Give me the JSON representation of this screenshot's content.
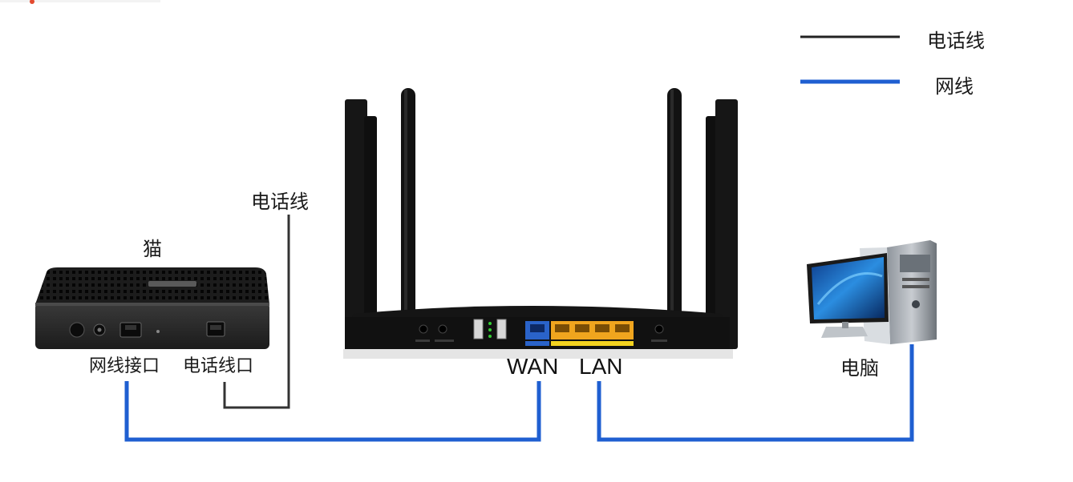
{
  "legend": {
    "items": [
      {
        "label": "电话线",
        "color": "#222222"
      },
      {
        "label": "网线",
        "color": "#1f5fd1"
      }
    ]
  },
  "devices": {
    "modem": {
      "label": "猫"
    },
    "computer": {
      "label": "电脑"
    }
  },
  "ports": {
    "modem_lan": "网线接口",
    "modem_phone": "电话线口",
    "router_wan": "WAN",
    "router_lan": "LAN"
  },
  "phone_line_label": "电话线",
  "colors": {
    "phone_line": "#333333",
    "network_line": "#1f5fd1",
    "router_body": "#141414",
    "wan_port": "#2a63c9",
    "lan_port": "#f0a51e"
  }
}
